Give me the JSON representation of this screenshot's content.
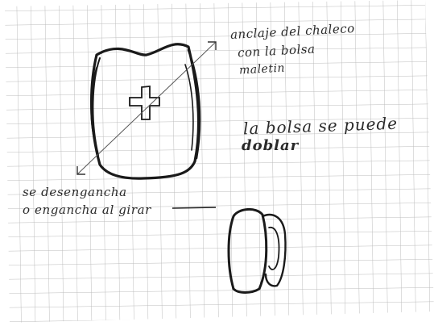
{
  "notes": {
    "anchor_line_1": "anclaje del chaleco",
    "anchor_line_2": "con la bolsa",
    "anchor_line_3": "maletin",
    "fold_line_1": "la bolsa se puede",
    "fold_line_2": "doblar",
    "hook_line_1": "se desengancha",
    "hook_line_2": "o engancha al girar"
  },
  "colors": {
    "paper": "#ffffff",
    "grid": "#bcbcbc",
    "ink": "#1a1a1a"
  }
}
